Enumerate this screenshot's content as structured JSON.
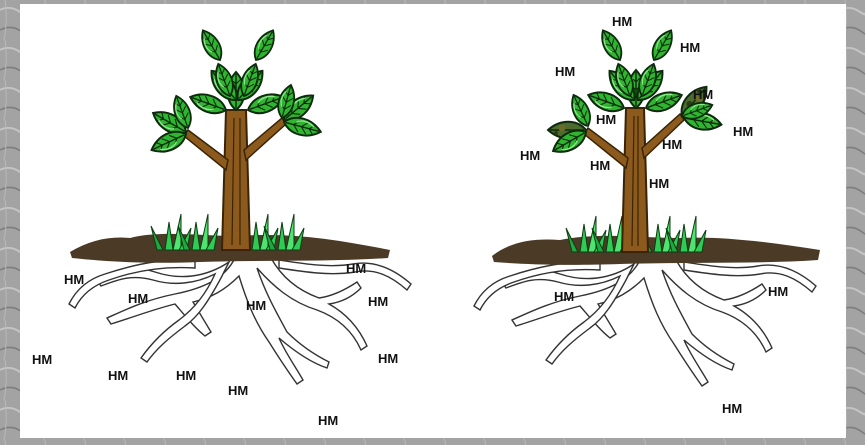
{
  "colors": {
    "backdrop": "#a3a3a3",
    "panel": "#ffffff",
    "leaf": "#2fb52f",
    "leaf_light": "#7ee07e",
    "leaf_vein": "#0d2a0d",
    "trunk": "#8b5a1c",
    "trunk_dark": "#3b2406",
    "soil": "#4a3a26",
    "grass": "#2ecc55",
    "grass_dark": "#0b3d12",
    "root_outline": "#333333",
    "affected_leaf": "#4d6b2e"
  },
  "left_tree": {
    "root_labels": [
      "HM",
      "HM",
      "HM",
      "HM",
      "HM",
      "HM",
      "HM",
      "HM",
      "HM",
      "HM",
      "HM"
    ]
  },
  "right_tree": {
    "shoot_labels": [
      "HM",
      "HM",
      "HM",
      "HM",
      "HM",
      "HM",
      "HM",
      "HM",
      "HM",
      "HM"
    ],
    "root_labels": [
      "HM",
      "HM",
      "HM"
    ]
  }
}
